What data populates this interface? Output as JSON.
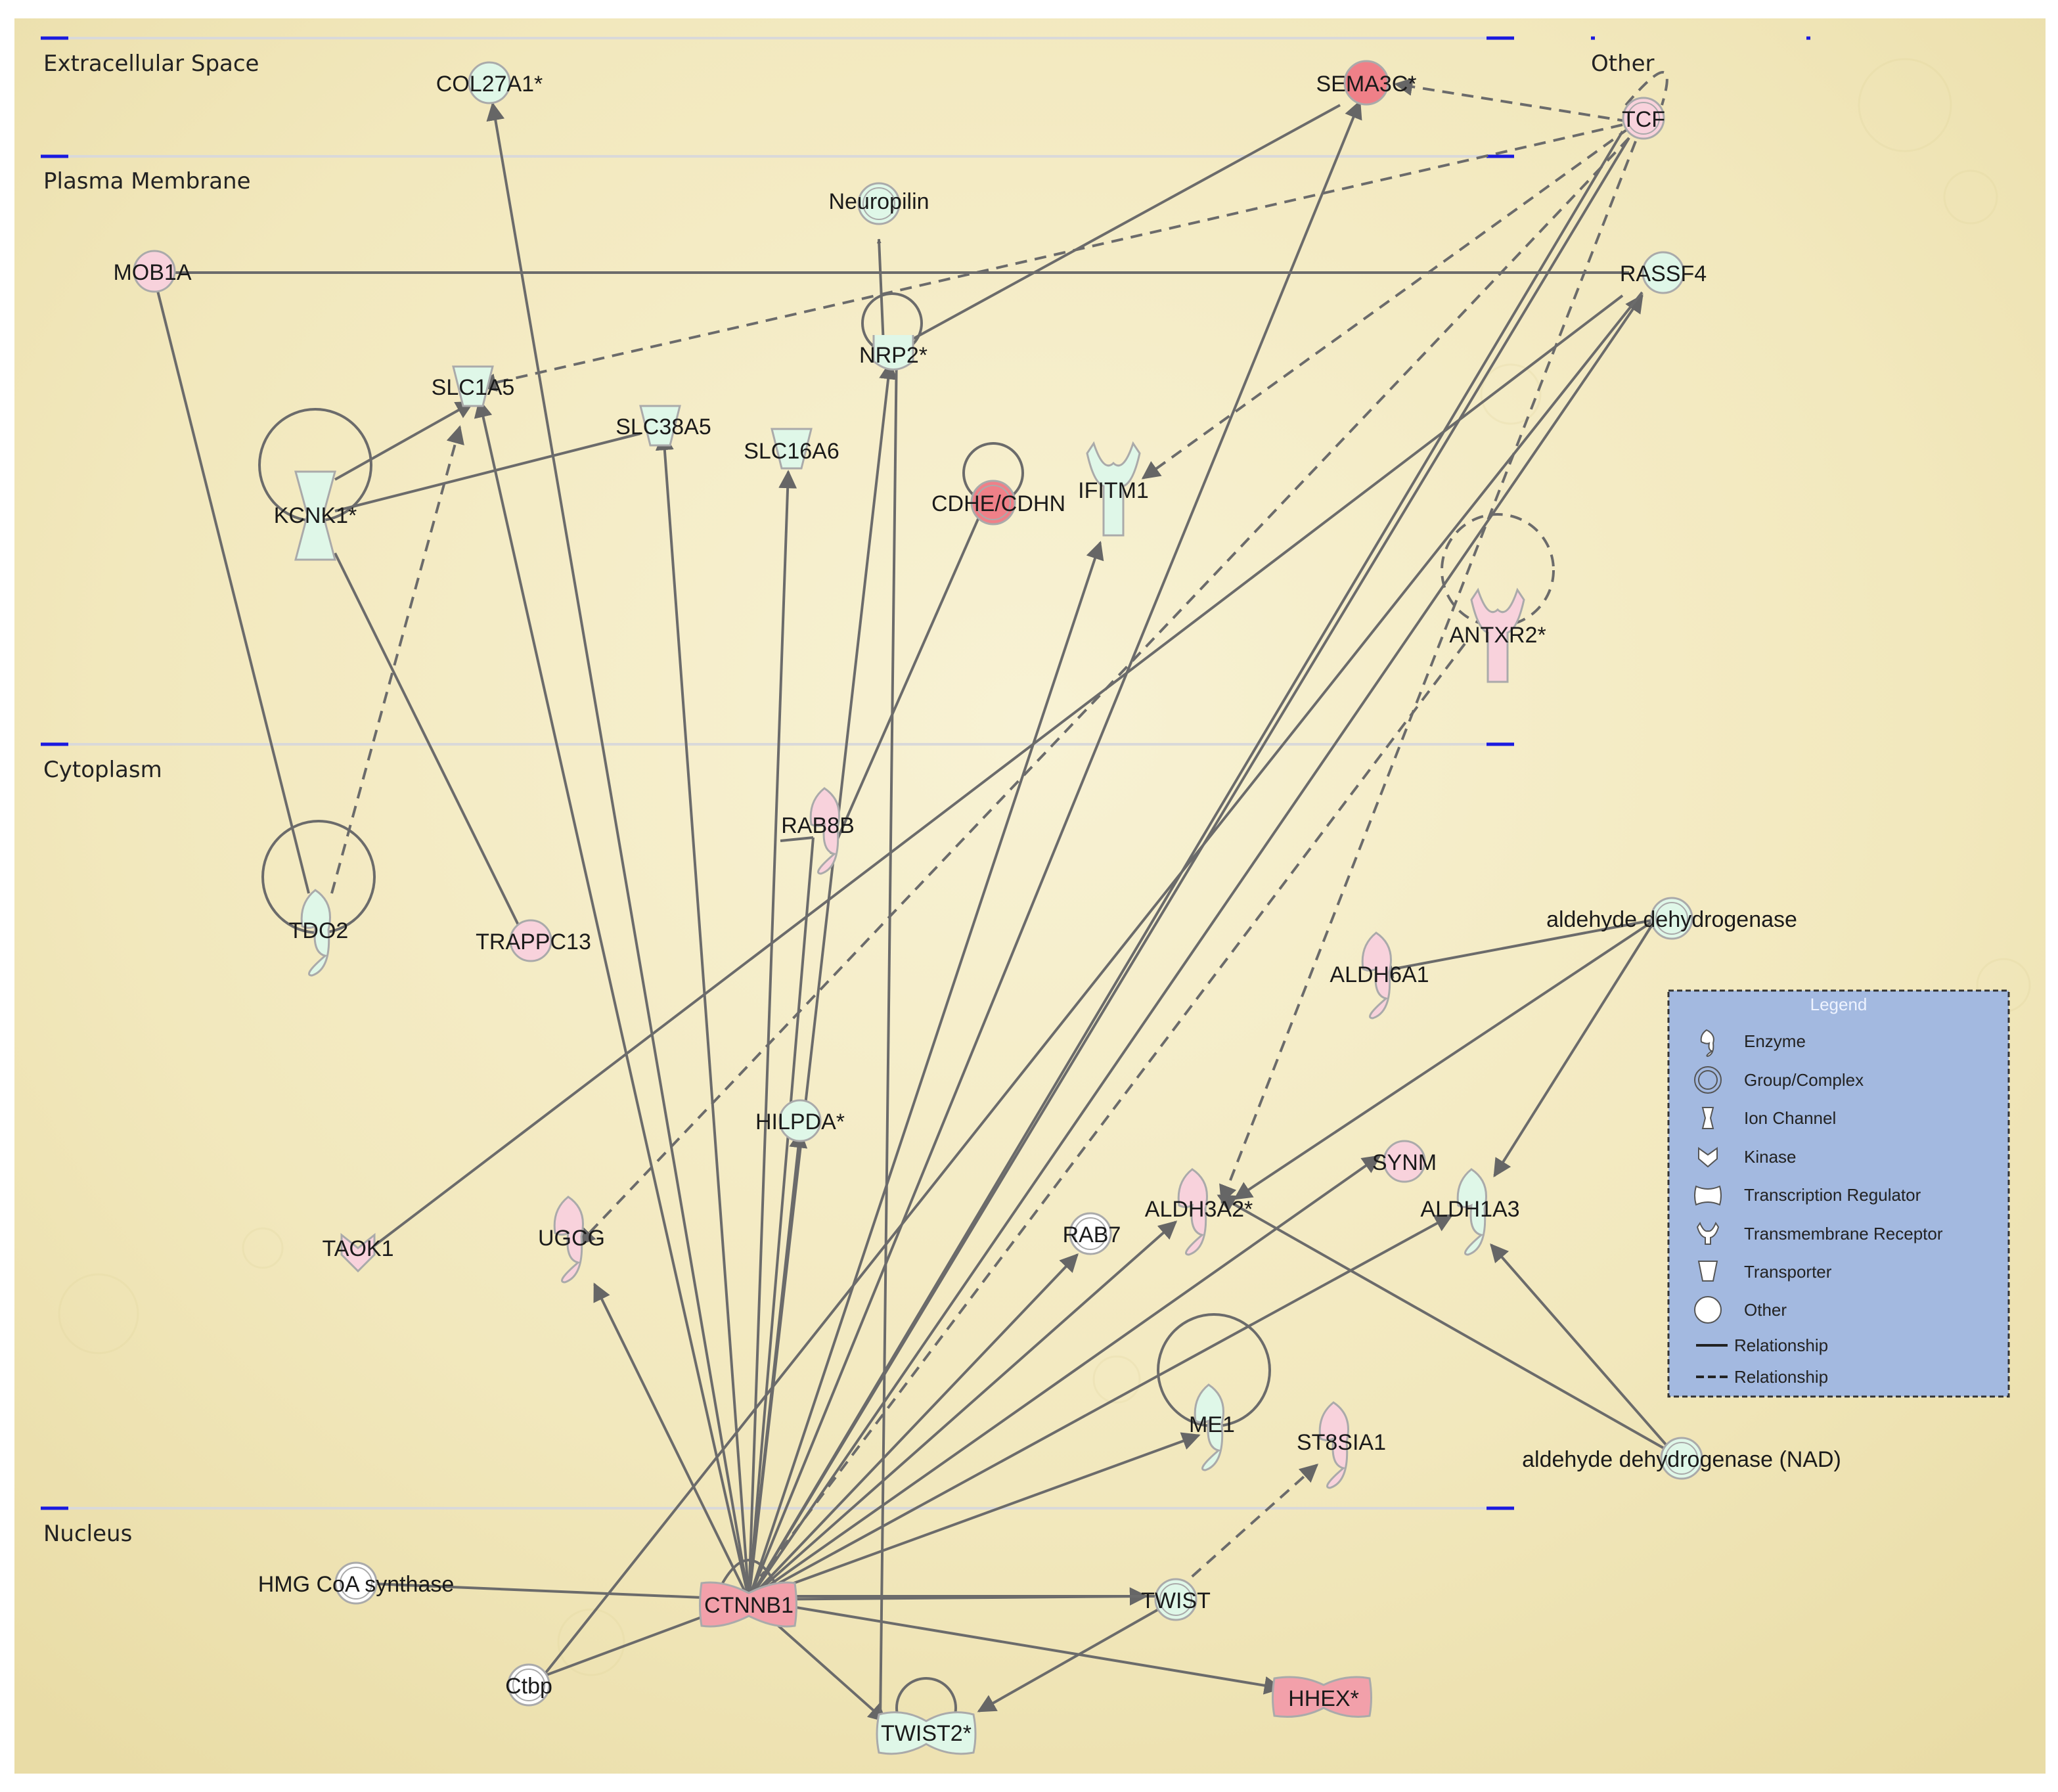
{
  "regions": {
    "extracellular": "Extracellular Space",
    "membrane": "Plasma Membrane",
    "cytoplasm": "Cytoplasm",
    "nucleus": "Nucleus",
    "other": "Other"
  },
  "nodes": {
    "COL27A1": "COL27A1*",
    "SEMA3C": "SEMA3C*",
    "TCF": "TCF",
    "Neuropilin": "Neuropilin",
    "MOB1A": "MOB1A",
    "RASSF4": "RASSF4",
    "NRP2": "NRP2*",
    "SLC1A5": "SLC1A5",
    "SLC38A5": "SLC38A5",
    "SLC16A6": "SLC16A6",
    "KCNK1": "KCNK1*",
    "CDHE": "CDHE/CDHN",
    "IFITM1": "IFITM1",
    "ANTXR2": "ANTXR2*",
    "RAB8B": "RAB8B",
    "TDO2": "TDO2",
    "TRAPPC13": "TRAPPC13",
    "ALDH": "aldehyde dehydrogenase",
    "ALDH6A1": "ALDH6A1",
    "HILPDA": "HILPDA*",
    "SYNM": "SYNM",
    "ALDH3A2": "ALDH3A2*",
    "ALDH1A3": "ALDH1A3",
    "TAOK1": "TAOK1",
    "UGCG": "UGCG",
    "RAB7": "RAB7",
    "ME1": "ME1",
    "ST8SIA1": "ST8SIA1",
    "ALDHNAD": "aldehyde dehydrogenase (NAD)",
    "HMG": "HMG CoA synthase",
    "CTNNB1": "CTNNB1",
    "TWIST": "TWIST",
    "Ctbp": "Ctbp",
    "HHEX": "HHEX*",
    "TWIST2": "TWIST2*"
  },
  "legend": {
    "title": "Legend",
    "items": [
      "Enzyme",
      "Group/Complex",
      "Ion Channel",
      "Kinase",
      "Transcription Regulator",
      "Transmembrane Receptor",
      "Transporter",
      "Other",
      "Relationship",
      "Relationship"
    ]
  },
  "colors": {
    "green_node": "#dff7e8",
    "pink_node": "#f8d2dc",
    "red_node": "#ef8088",
    "edge": "#6b6b6b",
    "legend_bg": "#a3b9e0",
    "region_marker": "#1a1ae0"
  }
}
